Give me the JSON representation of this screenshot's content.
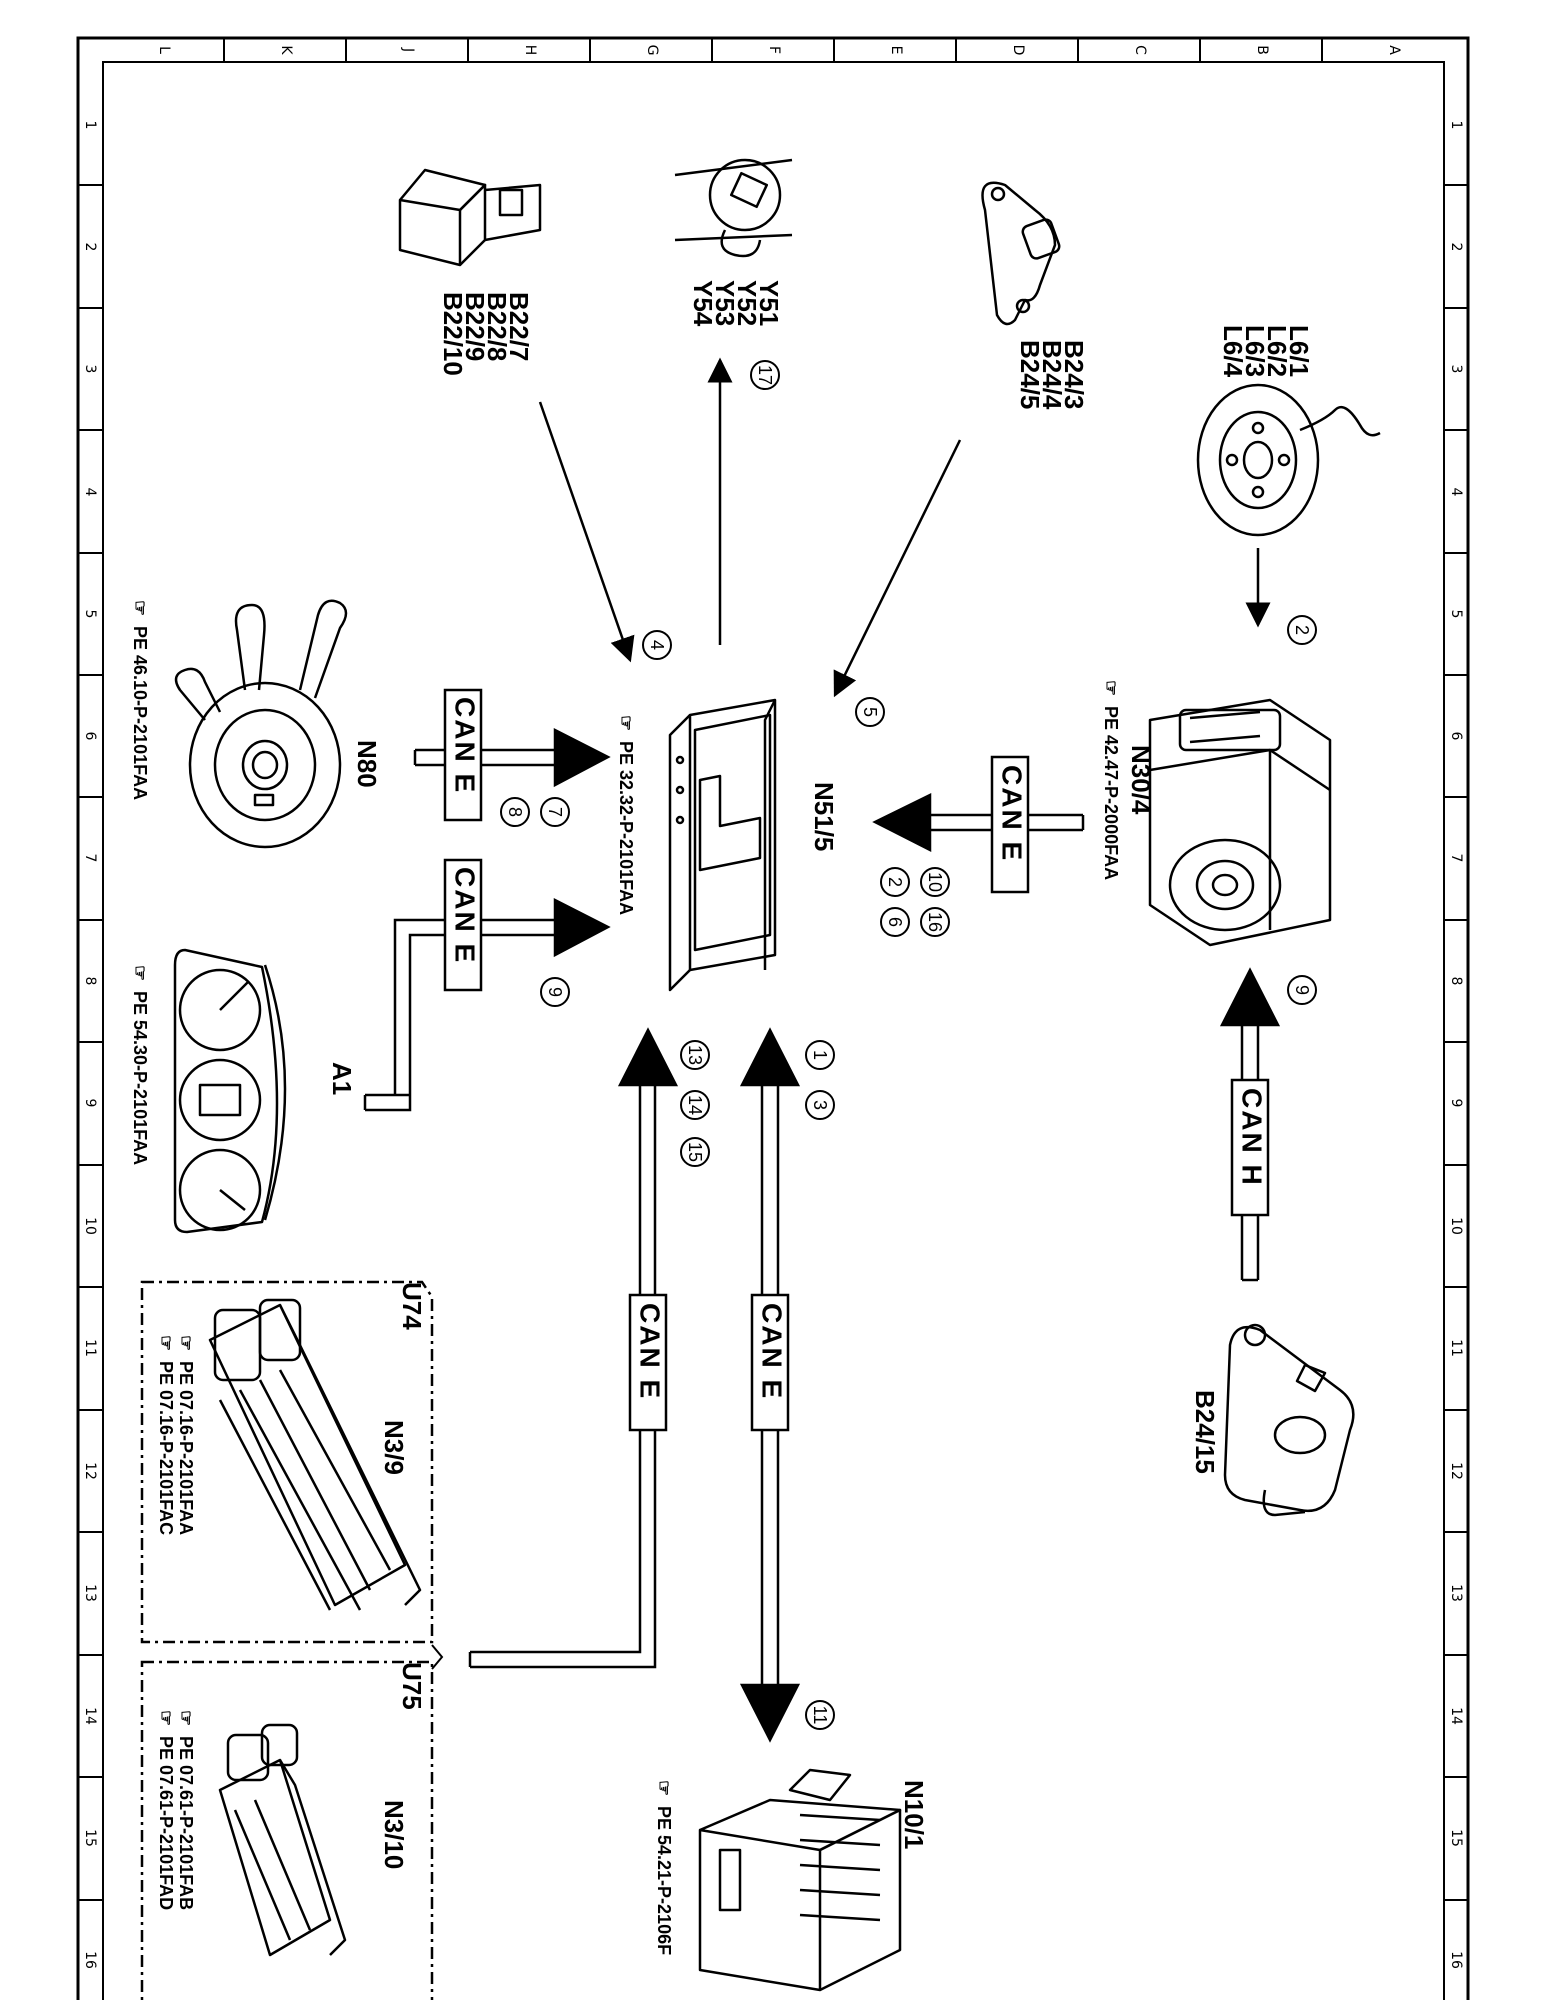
{
  "grid": {
    "columns": [
      "L",
      "K",
      "J",
      "H",
      "G",
      "F",
      "E",
      "D",
      "C",
      "B",
      "A"
    ],
    "rows": [
      "1",
      "2",
      "3",
      "4",
      "5",
      "6",
      "7",
      "8",
      "9",
      "10",
      "11",
      "12",
      "13",
      "14",
      "15",
      "16"
    ]
  },
  "components": {
    "n30_4": "N30/4",
    "n51_5": "N51/5",
    "n80": "N80",
    "a1": "A1",
    "b24_15": "B24/15",
    "n10_1": "N10/1",
    "n3_9": "N3/9",
    "n3_10": "N3/10",
    "u74": "U74",
    "u75": "U75"
  },
  "label_groups": {
    "l6": [
      "L6/1",
      "L6/2",
      "L6/3",
      "L6/4"
    ],
    "b24": [
      "B24/3",
      "B24/4",
      "B24/5"
    ],
    "y5": [
      "Y51",
      "Y52",
      "Y53",
      "Y54"
    ],
    "b22": [
      "B22/7",
      "B22/8",
      "B22/9",
      "B22/10"
    ]
  },
  "bus_labels": {
    "n30_to_n51": "CAN E",
    "b24_15_to_n30": "CAN H",
    "n80_to_n51": "CAN E",
    "a1_to_n51": "CAN E",
    "n10_to_n51": "CAN E",
    "n3_to_n51": "CAN E"
  },
  "references": {
    "n30_4": "PE 42.47-P-2000FAA",
    "n51_5": "PE 32.32-P-2101FAA",
    "n80": "PE 46.10-P-2101FAA",
    "a1": "PE 54.30-P-2101FAA",
    "n10_1": "PE 54.21-P-2106F",
    "n3_9_a": "PE 07.16-P-2101FAA",
    "n3_9_b": "PE 07.16-P-2101FAC",
    "n3_10_a": "PE 07.61-P-2101FAB",
    "n3_10_b": "PE 07.61-P-2101FAD"
  },
  "callouts": {
    "c2_top": "2",
    "c17": "17",
    "c4": "4",
    "c5": "5",
    "c9_top": "9",
    "c10": "10",
    "c16": "16",
    "c2_mid": "2",
    "c6": "6",
    "c7": "7",
    "c8": "8",
    "c9_a1": "9",
    "c1": "1",
    "c3": "3",
    "c13": "13",
    "c14": "14",
    "c15": "15",
    "c11": "11"
  }
}
